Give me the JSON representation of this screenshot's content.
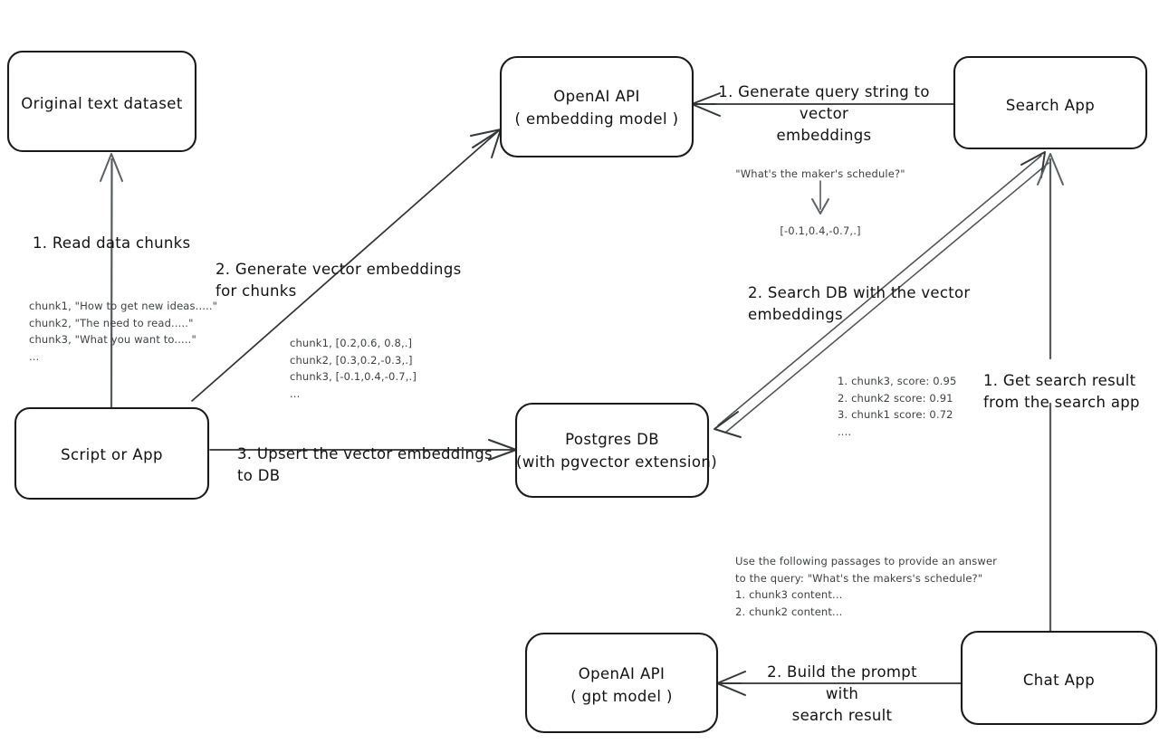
{
  "diagram": {
    "title": "Vector search RAG architecture",
    "style": {
      "stroke": "#2e3234",
      "gray_stroke": "#555b5e",
      "text": "#121212",
      "note_text": "#3c4144",
      "background": "#ffffff"
    }
  },
  "nodes": {
    "original_dataset": {
      "label": "Original text dataset"
    },
    "script_or_app": {
      "label": "Script or App"
    },
    "openai_embedding": {
      "line1": "OpenAI API",
      "line2": "( embedding model )"
    },
    "postgres_db": {
      "line1": "Postgres DB",
      "line2": "(with pgvector extension)"
    },
    "search_app": {
      "label": "Search App"
    },
    "chat_app": {
      "label": "Chat App"
    },
    "openai_gpt": {
      "line1": "OpenAI API",
      "line2": "( gpt model )"
    }
  },
  "edges": {
    "read_data_chunks": {
      "label": "1. Read data chunks"
    },
    "generate_vector_embeddings": {
      "label": "2. Generate vector embeddings for chunks"
    },
    "upsert_to_db": {
      "label": "3. Upsert the vector embeddings  to DB"
    },
    "generate_query_embeddings": {
      "label": "1. Generate query string to vector\nembeddings"
    },
    "search_db": {
      "label": "2. Search DB with the vector embeddings"
    },
    "get_search_result": {
      "label": "1. Get search result\nfrom the search app"
    },
    "build_prompt": {
      "label": "2. Build the prompt with\nsearch result"
    }
  },
  "notes": {
    "chunks_sample": "chunk1, \"How to get new ideas.....\"\nchunk2, \"The need to read.....\"\nchunk3, \"What you want to.....\"\n...",
    "chunk_vectors": "chunk1, [0.2,0.6, 0.8,.]\nchunk2, [0.3,0.2,-0.3,.]\nchunk3, [-0.1,0.4,-0.7,.]\n...",
    "query_text": "\"What's the maker's schedule?\"",
    "query_vector": "[-0.1,0.4,-0.7,.]",
    "search_results": "1. chunk3, score: 0.95\n2. chunk2 score: 0.91\n3. chunk1 score: 0.72\n....",
    "prompt_sample": "Use the following passages to provide an answer\nto the query: \"What's the makers's schedule?\"\n1. chunk3 content...\n2. chunk2 content..."
  }
}
